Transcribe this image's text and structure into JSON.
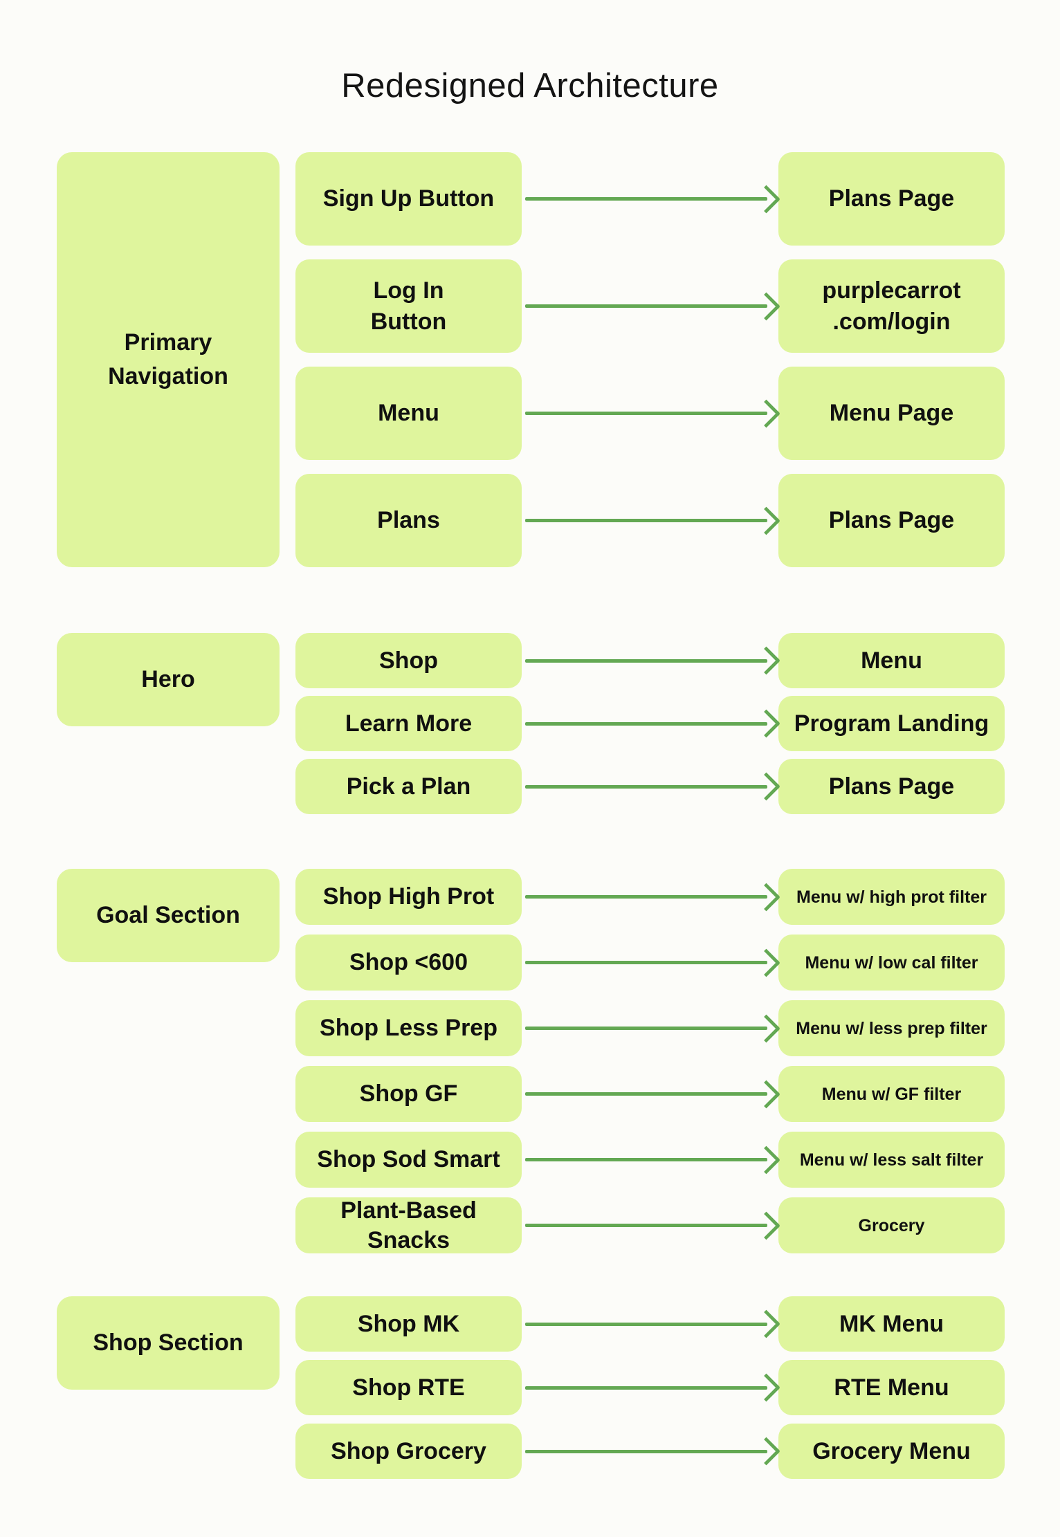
{
  "page": {
    "title": "Redesigned Architecture",
    "background_color": "#fcfcf9",
    "box_color": "#dff59d",
    "arrow_color": "#63a853",
    "text_color": "#101010"
  },
  "sections": [
    {
      "label": "Primary\nNavigation",
      "rows": [
        {
          "source": "Sign Up Button",
          "target": "Plans Page"
        },
        {
          "source": "Log In\nButton",
          "target": "purplecarrot\n.com/login"
        },
        {
          "source": "Menu",
          "target": "Menu Page"
        },
        {
          "source": "Plans",
          "target": "Plans Page"
        }
      ]
    },
    {
      "label": "Hero",
      "rows": [
        {
          "source": "Shop",
          "target": "Menu"
        },
        {
          "source": "Learn More",
          "target": "Program Landing"
        },
        {
          "source": "Pick a Plan",
          "target": "Plans Page"
        }
      ]
    },
    {
      "label": "Goal Section",
      "rows": [
        {
          "source": "Shop High Prot",
          "target": "Menu w/ high prot filter"
        },
        {
          "source": "Shop <600",
          "target": "Menu w/ low cal filter"
        },
        {
          "source": "Shop Less Prep",
          "target": "Menu w/ less prep filter"
        },
        {
          "source": "Shop GF",
          "target": "Menu w/ GF filter"
        },
        {
          "source": "Shop Sod Smart",
          "target": "Menu w/ less salt filter"
        },
        {
          "source": "Plant-Based Snacks",
          "target": "Grocery"
        }
      ]
    },
    {
      "label": "Shop Section",
      "rows": [
        {
          "source": "Shop MK",
          "target": "MK Menu"
        },
        {
          "source": "Shop RTE",
          "target": "RTE Menu"
        },
        {
          "source": "Shop Grocery",
          "target": "Grocery Menu"
        }
      ]
    }
  ]
}
